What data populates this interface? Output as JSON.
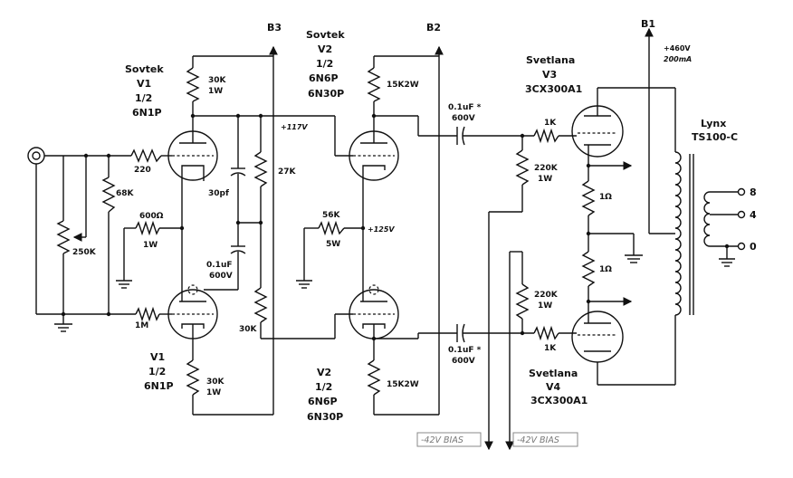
{
  "rails": {
    "b1": "B1",
    "b2": "B2",
    "b3": "B3"
  },
  "supply": {
    "voltage": "+460V",
    "current": "200mA"
  },
  "v1_top": {
    "brand": "Sovtek",
    "name": "V1",
    "half": "1/2",
    "type": "6N1P"
  },
  "v2_top": {
    "brand": "Sovtek",
    "name": "V2",
    "half": "1/2",
    "type": "6N6P",
    "alt": "6N30P"
  },
  "v3": {
    "brand": "Svetlana",
    "name": "V3",
    "type": "3CX300A1"
  },
  "v1_bot": {
    "name": "V1",
    "half": "1/2",
    "type": "6N1P"
  },
  "v2_bot": {
    "name": "V2",
    "half": "1/2",
    "type": "6N6P",
    "alt": "6N30P"
  },
  "v4": {
    "brand": "Svetlana",
    "name": "V4",
    "type": "3CX300A1"
  },
  "transformer": {
    "brand": "Lynx",
    "model": "TS100-C"
  },
  "outputs": [
    "8",
    "4",
    "0"
  ],
  "components": {
    "r_input": "220",
    "r_68k": "68K",
    "pot": "250K",
    "r_600_val": "600Ω",
    "r_600_w": "1W",
    "r_1m": "1M",
    "r_30k_top_val": "30K",
    "r_30k_top_w": "1W",
    "c_30pf": "30pf",
    "r_27k": "27K",
    "c_bypass_val": "0.1uF",
    "c_bypass_v": "600V",
    "r_30k_mid": "30K",
    "r_30k_bot_val": "30K",
    "r_30k_bot_w": "1W",
    "v_117": "+117V",
    "r_56k_val": "56K",
    "r_56k_w": "5W",
    "v_125": "+125V",
    "r_15k_top": "15K2W",
    "r_15k_bot": "15K2W",
    "c_cpl_top_val": "0.1uF *",
    "c_cpl_top_v": "600V",
    "c_cpl_bot_val": "0.1uF *",
    "c_cpl_bot_v": "600V",
    "r_1k_top": "1K",
    "r_1k_bot": "1K",
    "r_220k_top_val": "220K",
    "r_220k_top_w": "1W",
    "r_220k_bot_val": "220K",
    "r_220k_bot_w": "1W",
    "r_1ohm_top": "1Ω",
    "r_1ohm_bot": "1Ω"
  },
  "bias": {
    "left": "-42V BIAS",
    "right": "-42V BIAS"
  }
}
